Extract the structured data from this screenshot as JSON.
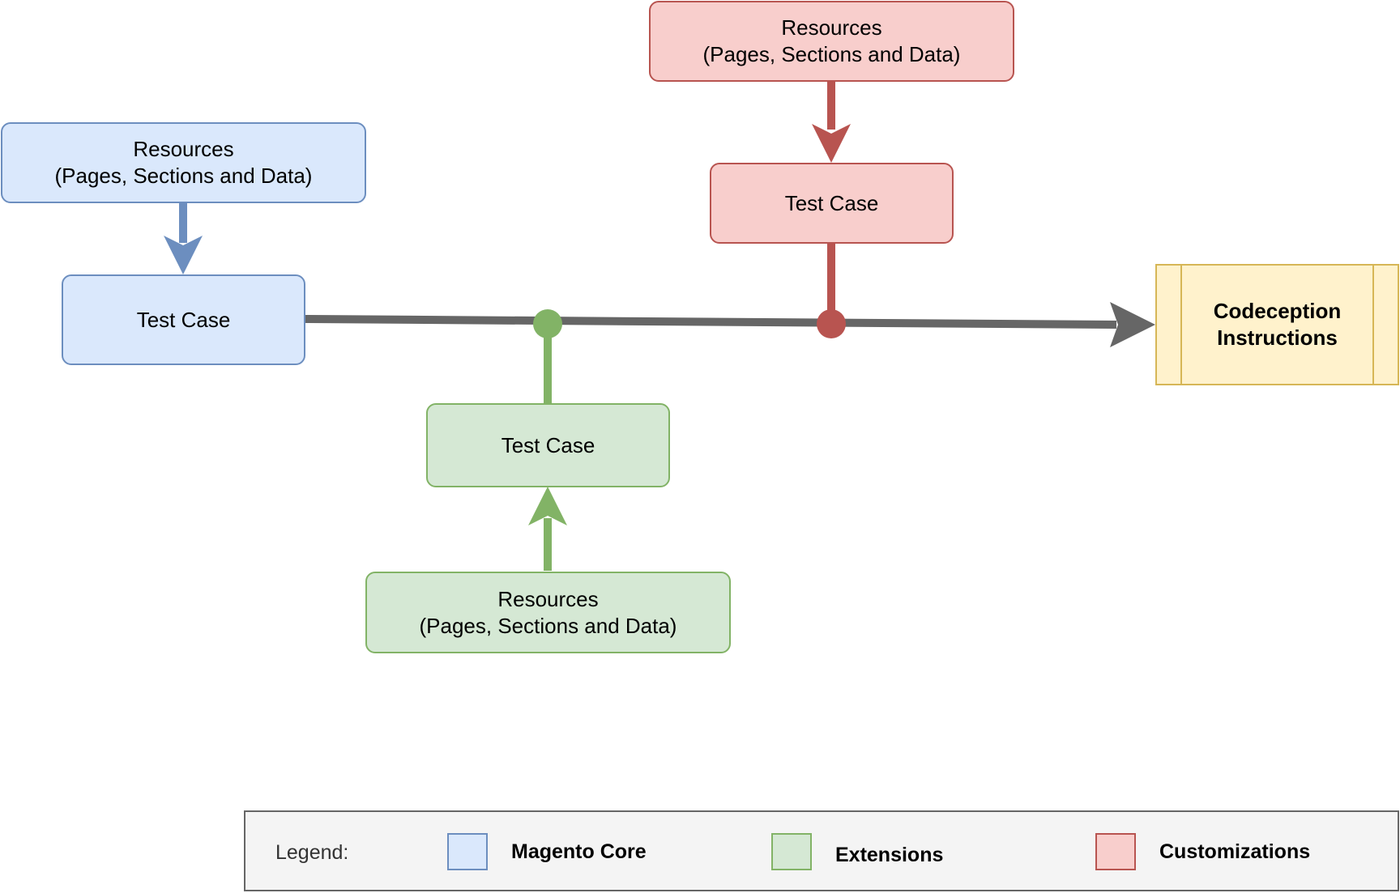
{
  "nodes": {
    "core_resources": {
      "line1": "Resources",
      "line2": "(Pages, Sections and Data)"
    },
    "core_test_case": {
      "label": "Test Case"
    },
    "custom_resources": {
      "line1": "Resources",
      "line2": "(Pages, Sections and Data)"
    },
    "custom_test_case": {
      "label": "Test Case"
    },
    "ext_test_case": {
      "label": "Test Case"
    },
    "ext_resources": {
      "line1": "Resources",
      "line2": "(Pages, Sections and Data)"
    },
    "codeception": {
      "line1": "Codeception",
      "line2": "Instructions"
    }
  },
  "legend": {
    "title": "Legend:",
    "items": [
      {
        "label": "Magento Core",
        "color": "#dae8fc",
        "border": "#6c8ebf"
      },
      {
        "label": "Extensions",
        "color": "#d5e8d4",
        "border": "#82b366"
      },
      {
        "label": "Customizations",
        "color": "#f8cecc",
        "border": "#b85450"
      }
    ]
  },
  "colors": {
    "core": "#6c8ebf",
    "extensions": "#82b366",
    "customizations": "#b85450",
    "main_flow": "#666666",
    "codeception_fill": "#fff2cc",
    "codeception_border": "#d6b656"
  }
}
